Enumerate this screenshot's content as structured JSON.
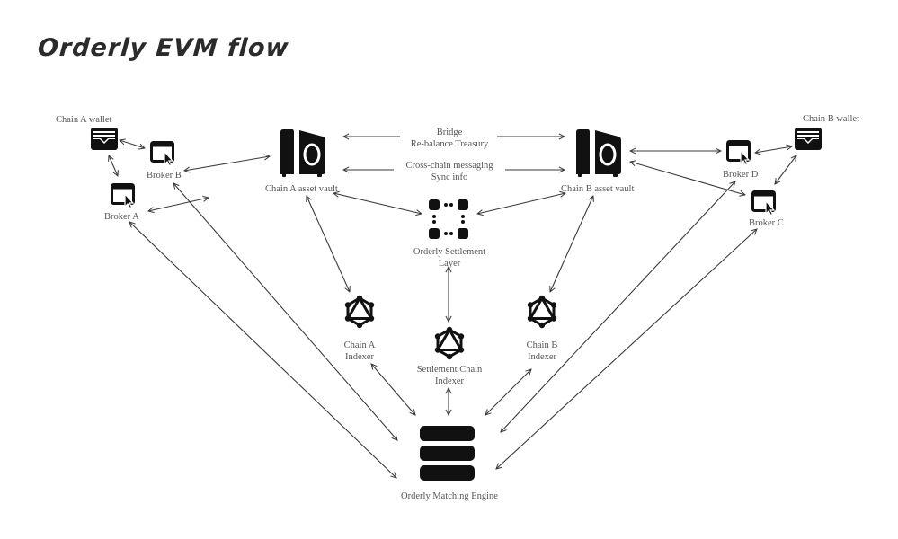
{
  "title": "Orderly EVM flow",
  "colors": {
    "ink": "#111111",
    "arrow": "#3a3a3a",
    "label": "#555555",
    "background": "#ffffff"
  },
  "nodes": {
    "chain_a_wallet": {
      "label": "Chain A wallet",
      "icon": "wallet-icon"
    },
    "broker_a": {
      "label": "Broker A",
      "icon": "browser-cursor-icon"
    },
    "broker_b": {
      "label": "Broker B",
      "icon": "browser-cursor-icon"
    },
    "chain_a_vault": {
      "label": "Chain A asset vault",
      "icon": "vault-icon"
    },
    "chain_b_vault": {
      "label": "Chain B asset vault",
      "icon": "vault-icon"
    },
    "chain_b_wallet": {
      "label": "Chain B wallet",
      "icon": "wallet-icon"
    },
    "broker_c": {
      "label": "Broker C",
      "icon": "browser-cursor-icon"
    },
    "broker_d": {
      "label": "Broker D",
      "icon": "browser-cursor-icon"
    },
    "settlement_layer": {
      "label_line1": "Orderly Settlement",
      "label_line2": "Layer",
      "icon": "network-nodes-icon"
    },
    "chain_a_indexer": {
      "label_line1": "Chain A",
      "label_line2": "Indexer",
      "icon": "graphql-icon"
    },
    "chain_b_indexer": {
      "label_line1": "Chain B",
      "label_line2": "Indexer",
      "icon": "graphql-icon"
    },
    "settlement_indexer": {
      "label_line1": "Settlement Chain",
      "label_line2": "Indexer",
      "icon": "graphql-icon"
    },
    "matching_engine": {
      "label": "Orderly Matching Engine",
      "icon": "database-stack-icon"
    }
  },
  "edge_labels": {
    "bridge_line1": "Bridge",
    "bridge_line2": "Re-balance Treasury",
    "messaging_line1": "Cross-chain messaging",
    "messaging_line2": "Sync info"
  },
  "edges": [
    {
      "from": "chain_a_wallet",
      "to": "broker_b",
      "direction": "both"
    },
    {
      "from": "chain_a_wallet",
      "to": "broker_a",
      "direction": "both"
    },
    {
      "from": "broker_b",
      "to": "chain_a_vault",
      "direction": "both"
    },
    {
      "from": "broker_a",
      "to": "chain_a_vault",
      "direction": "both"
    },
    {
      "from": "chain_a_vault",
      "to": "chain_b_vault",
      "direction": "both",
      "label": "bridge"
    },
    {
      "from": "chain_a_vault",
      "to": "chain_b_vault",
      "direction": "both",
      "label": "messaging"
    },
    {
      "from": "chain_a_vault",
      "to": "settlement_layer",
      "direction": "both"
    },
    {
      "from": "chain_b_vault",
      "to": "settlement_layer",
      "direction": "both"
    },
    {
      "from": "chain_a_vault",
      "to": "chain_a_indexer",
      "direction": "both"
    },
    {
      "from": "chain_b_vault",
      "to": "chain_b_indexer",
      "direction": "both"
    },
    {
      "from": "settlement_layer",
      "to": "settlement_indexer",
      "direction": "both"
    },
    {
      "from": "chain_b_vault",
      "to": "broker_d",
      "direction": "both"
    },
    {
      "from": "chain_b_vault",
      "to": "broker_c",
      "direction": "both"
    },
    {
      "from": "chain_b_wallet",
      "to": "broker_d",
      "direction": "both"
    },
    {
      "from": "chain_b_wallet",
      "to": "broker_c",
      "direction": "both"
    },
    {
      "from": "broker_a",
      "to": "matching_engine",
      "direction": "both"
    },
    {
      "from": "broker_b",
      "to": "matching_engine",
      "direction": "both"
    },
    {
      "from": "broker_c",
      "to": "matching_engine",
      "direction": "both"
    },
    {
      "from": "broker_d",
      "to": "matching_engine",
      "direction": "both"
    },
    {
      "from": "chain_a_indexer",
      "to": "matching_engine",
      "direction": "both"
    },
    {
      "from": "chain_b_indexer",
      "to": "matching_engine",
      "direction": "both"
    },
    {
      "from": "settlement_indexer",
      "to": "matching_engine",
      "direction": "both"
    }
  ]
}
